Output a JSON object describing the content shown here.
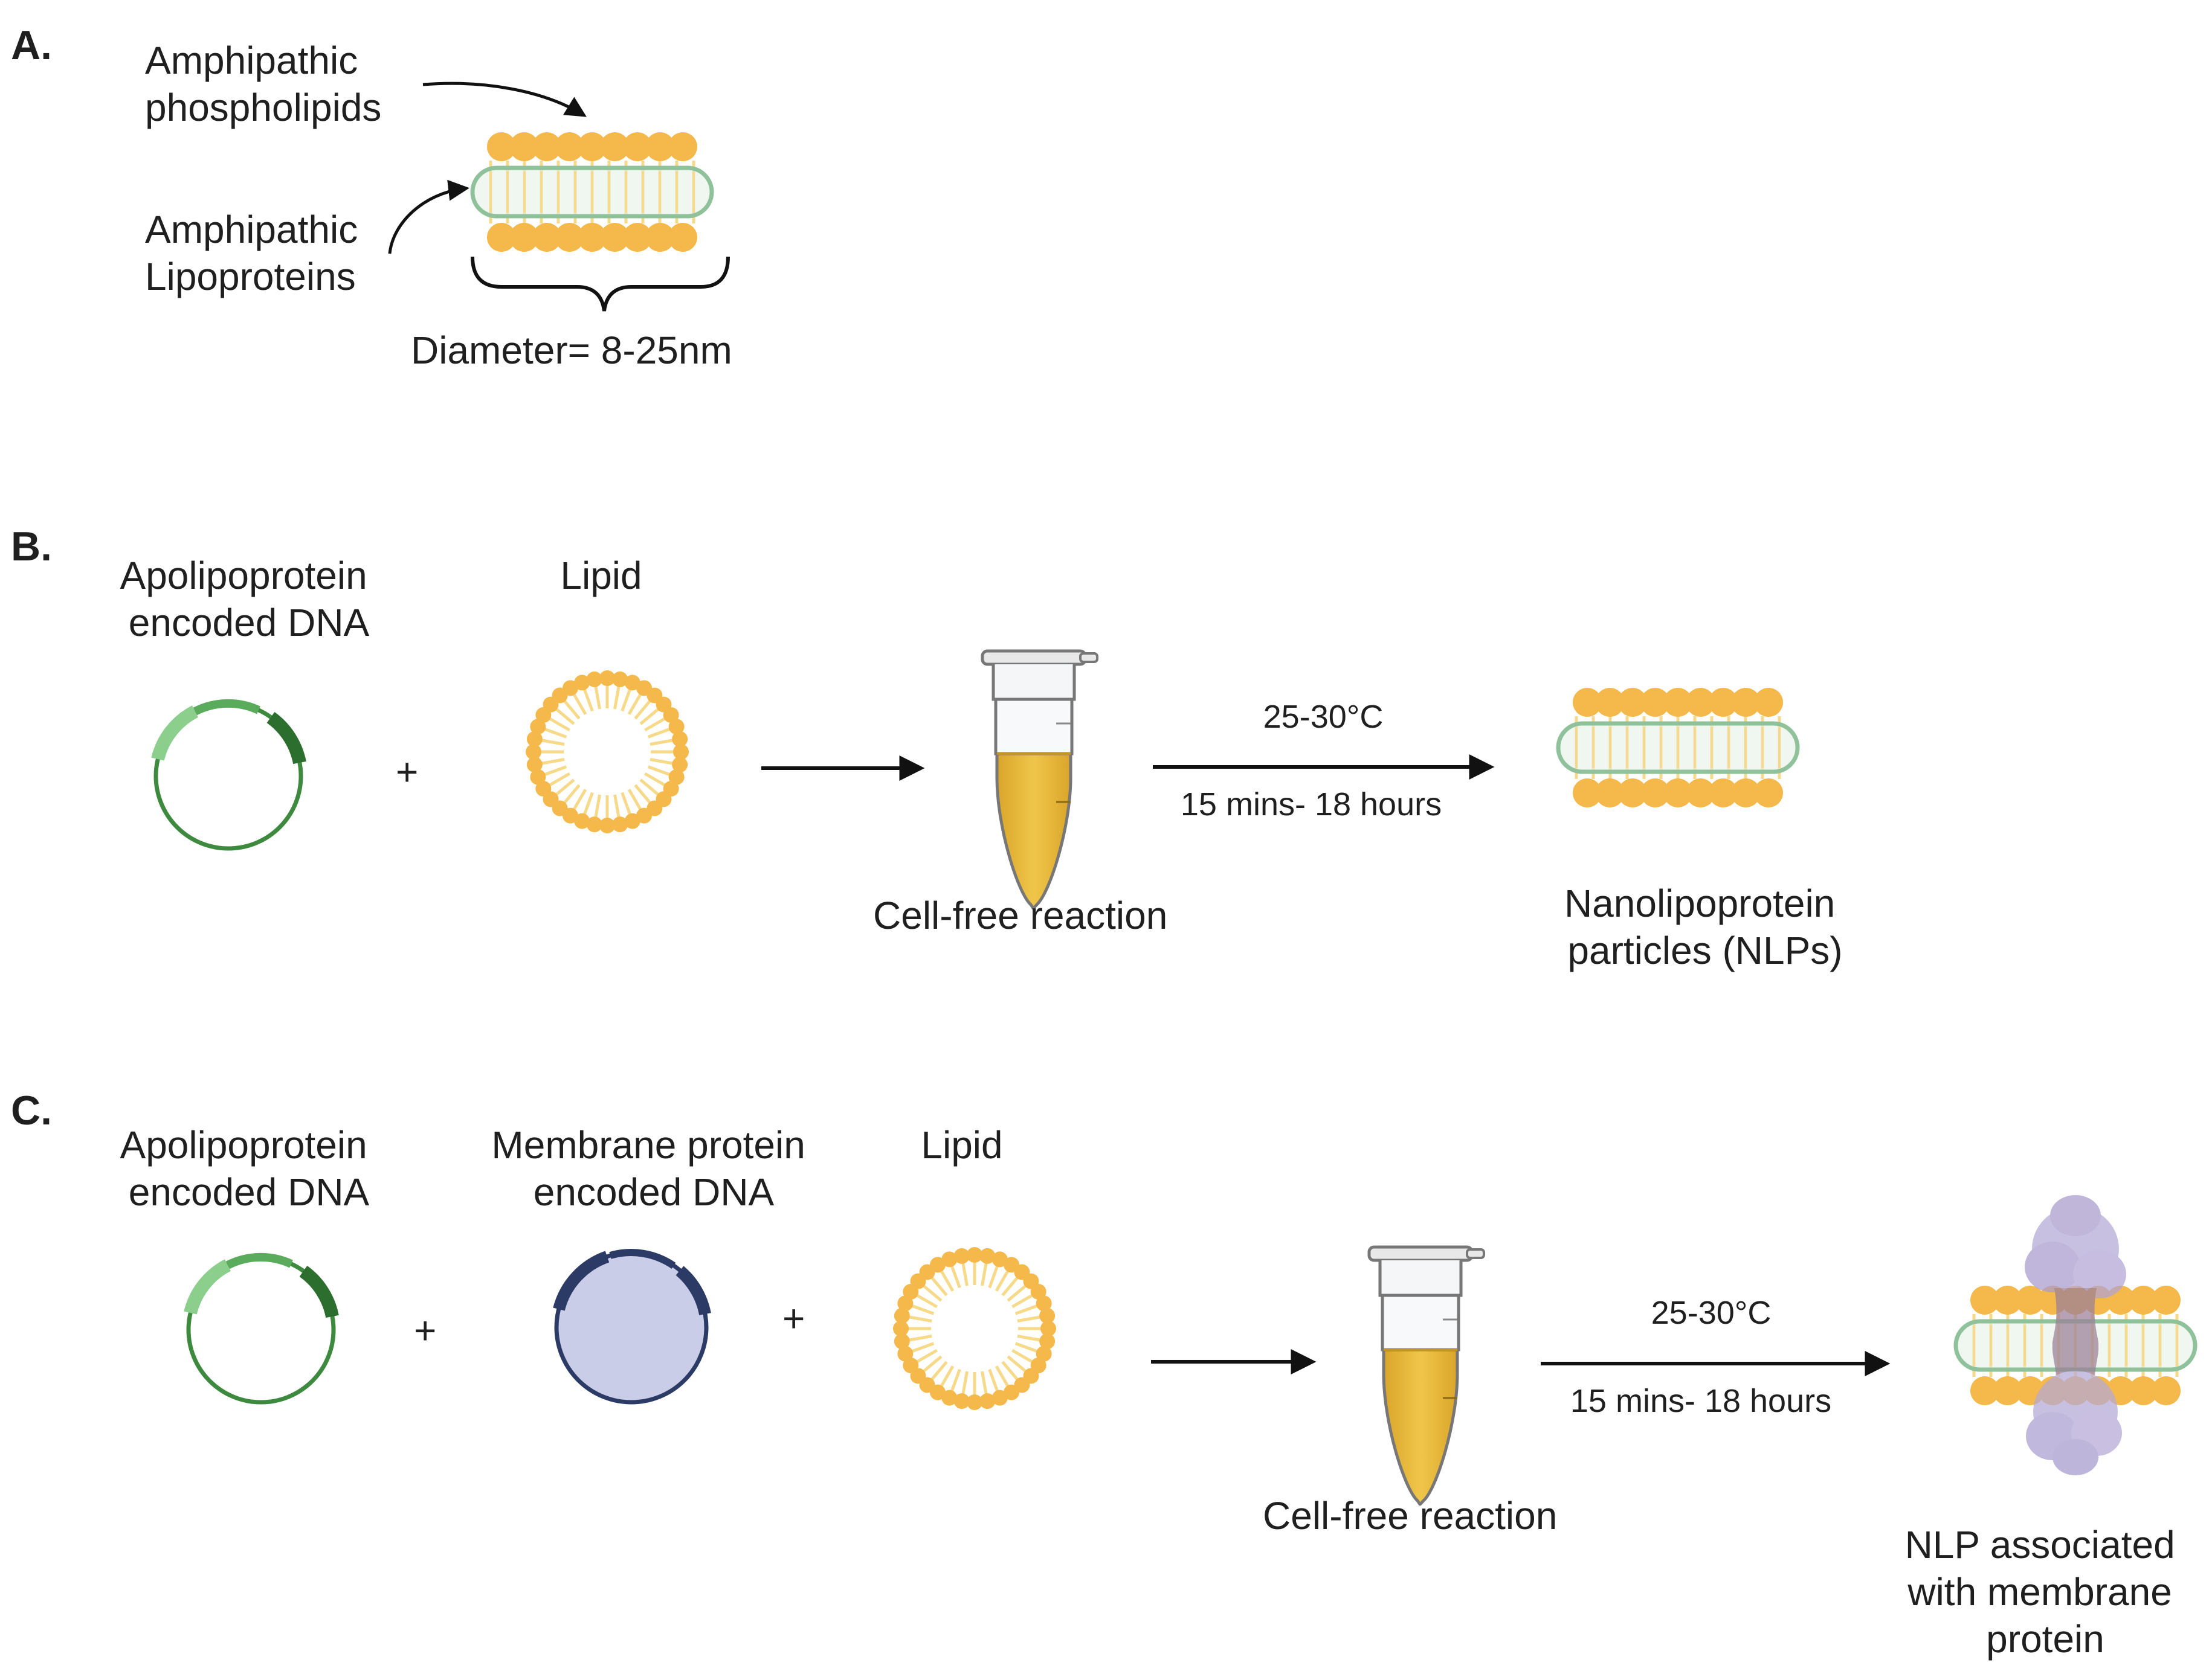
{
  "panels": {
    "a": {
      "letter": "A.",
      "phospholipids_label": [
        "Amphipathic",
        "phospholipids"
      ],
      "lipoproteins_label": [
        "Amphipathic",
        "Lipoproteins"
      ],
      "diameter_label": "Diameter= 8-25nm"
    },
    "b": {
      "letter": "B.",
      "dna_label": [
        "Apolipoprotein",
        "encoded DNA"
      ],
      "lipid_label": "Lipid",
      "plus": "+",
      "tube_label": "Cell-free reaction",
      "temperature": "25-30°C",
      "time": "15 mins- 18 hours",
      "product_label": [
        "Nanolipoprotein",
        "particles (NLPs)"
      ]
    },
    "c": {
      "letter": "C.",
      "dna_label": [
        "Apolipoprotein",
        "encoded DNA"
      ],
      "membrane_dna_label": [
        "Membrane protein",
        "encoded DNA"
      ],
      "lipid_label": "Lipid",
      "plus": "+",
      "tube_label": "Cell-free reaction",
      "temperature": "25-30°C",
      "time": "15 mins- 18 hours",
      "product_label": [
        "NLP associated",
        "with membrane",
        "protein"
      ]
    }
  },
  "colors": {
    "lipid_head": "#f5b84b",
    "lipid_tail": "#f7d98a",
    "belt_fill": "#e3f1e4",
    "belt_stroke": "#8fc19a",
    "plasmid_green": "#3d8a3f",
    "plasmid_dark": "#2c6e2e",
    "plasmid_light": "#7dc67f",
    "plasmid_navy": "#2b3b66",
    "plasmid_fill_blue": "#c9cde8",
    "tube_liquid": "#e9b93a",
    "membrane_protein": "#b4a9d6",
    "arrow": "#111111"
  }
}
